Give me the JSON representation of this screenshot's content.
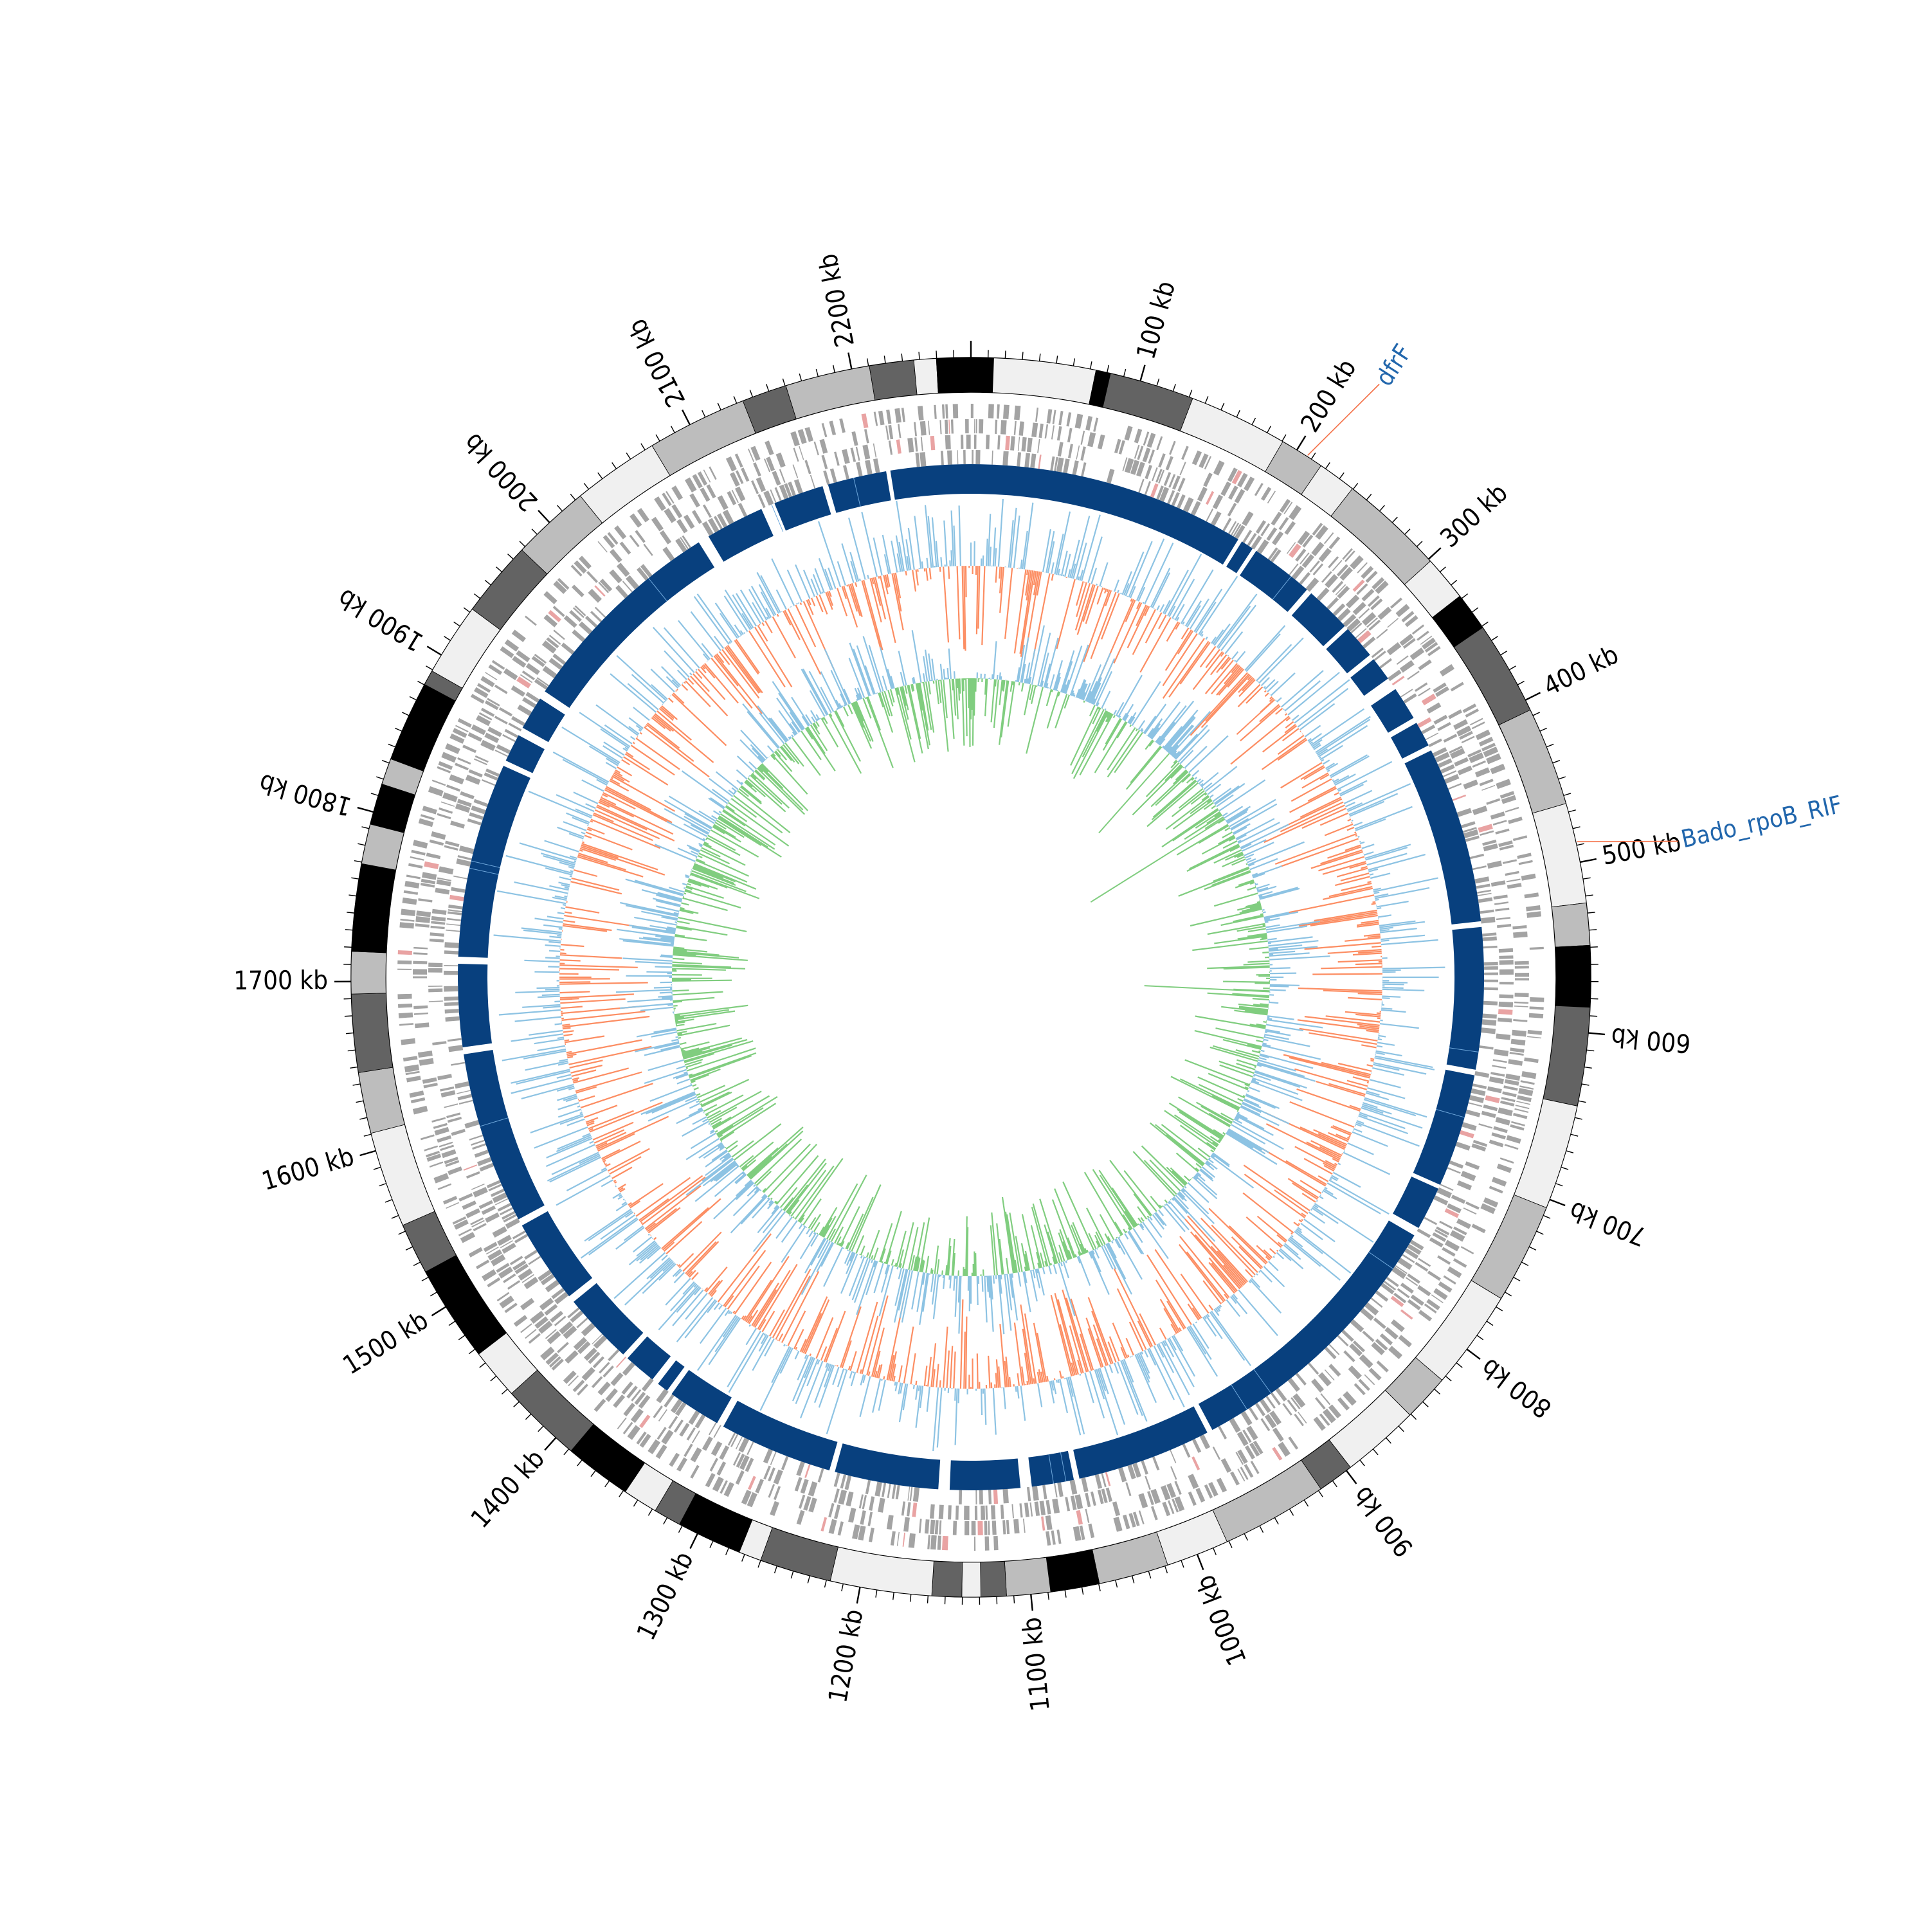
{
  "genome": {
    "length_kb": 2270,
    "tick_labels": [
      {
        "kb": 100,
        "text": "100 kb"
      },
      {
        "kb": 200,
        "text": "200 kb"
      },
      {
        "kb": 300,
        "text": "300 kb"
      },
      {
        "kb": 400,
        "text": "400 kb"
      },
      {
        "kb": 500,
        "text": "500 kb"
      },
      {
        "kb": 600,
        "text": "600 kb"
      },
      {
        "kb": 700,
        "text": "700 kb"
      },
      {
        "kb": 800,
        "text": "800 kb"
      },
      {
        "kb": 900,
        "text": "900 kb"
      },
      {
        "kb": 1000,
        "text": "1000 kb"
      },
      {
        "kb": 1100,
        "text": "1100 kb"
      },
      {
        "kb": 1200,
        "text": "1200 kb"
      },
      {
        "kb": 1300,
        "text": "1300 kb"
      },
      {
        "kb": 1400,
        "text": "1400 kb"
      },
      {
        "kb": 1500,
        "text": "1500 kb"
      },
      {
        "kb": 1600,
        "text": "1600 kb"
      },
      {
        "kb": 1700,
        "text": "1700 kb"
      },
      {
        "kb": 1800,
        "text": "1800 kb"
      },
      {
        "kb": 1900,
        "text": "1900 kb"
      },
      {
        "kb": 2000,
        "text": "2000 kb"
      },
      {
        "kb": 2100,
        "text": "2100 kb"
      },
      {
        "kb": 2200,
        "text": "2200 kb"
      }
    ]
  },
  "gene_labels": [
    {
      "text": "dfrF",
      "kb": 207,
      "color": "#2166ac"
    },
    {
      "text": "Bado_rpoB_RIF",
      "kb": 488,
      "color": "#2166ac"
    }
  ],
  "colors": {
    "contig_shades": [
      "#000000",
      "#636363",
      "#bdbdbd",
      "#f0f0f0"
    ],
    "gene_features": "#a3a3a3",
    "blast_match": "#08407e",
    "gc_content": "#fc8d62",
    "gc_content_alt": "#8dc3e3",
    "gc_skew": "#80cd7f",
    "gc_skew_alt": "#8dc3e3",
    "label_connector": "#f46d43"
  }
}
